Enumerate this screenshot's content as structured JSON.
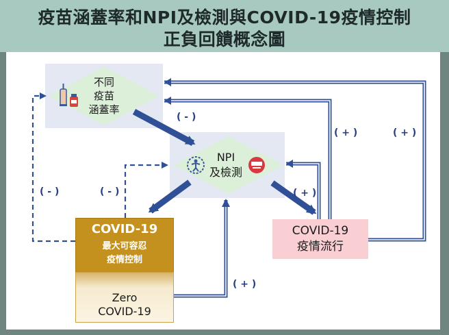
{
  "header": {
    "title_line1": "疫苗涵蓋率和NPI及檢測與COVID-19疫情控制",
    "title_line2": "正負回饋概念圖"
  },
  "nodes": {
    "vaccine": {
      "line1": "不同",
      "line2": "疫苗",
      "line3": "涵蓋率"
    },
    "npi": {
      "line1": "NPI",
      "line2": "及檢測"
    },
    "covid_control": {
      "title": "COVID-19",
      "line1": "最大可容忍",
      "line2": "疫情控制"
    },
    "zero_covid": {
      "line1": "Zero",
      "line2": "COVID-19"
    },
    "epidemic": {
      "line1": "COVID-19",
      "line2": "疫情流行"
    }
  },
  "signs": {
    "vaccine_to_npi": "( - )",
    "epidemic_to_vaccine": "( + )",
    "outer_to_vaccine": "( + )",
    "npi_to_epidemic": "( + )",
    "covid_to_npi": "( - )",
    "covid_to_vaccine": "( - )",
    "zero_to_npi": "( + )"
  },
  "colors": {
    "header_bg": "#a8c9c0",
    "frame": "#6f857f",
    "arrow_blue": "#2f4f96",
    "panel": "#e3e8f2",
    "diamond": "#dcefd9",
    "covid_gold": "#c4911e",
    "epidemic_pink": "#f9cfd3"
  },
  "icons": [
    "vaccine-syringe-icon",
    "vaccine-vial-icon",
    "person-icon",
    "lab-test-icon",
    "virus-icon"
  ]
}
